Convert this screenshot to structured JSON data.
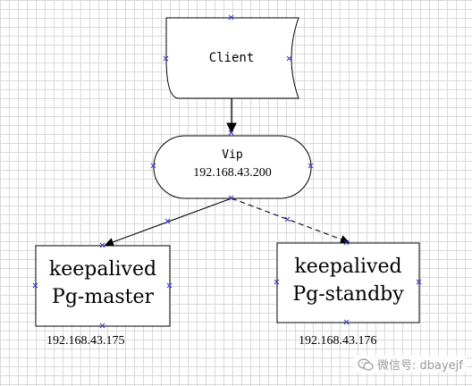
{
  "nodes": {
    "client": {
      "label": "Client"
    },
    "vip": {
      "label": "Vip",
      "ip": "192.168.43.200"
    },
    "master": {
      "line1": "keepalived",
      "line2": "Pg-master",
      "ip": "192.168.43.175"
    },
    "standby": {
      "line1": "keepalived",
      "line2": "Pg-standby",
      "ip": "192.168.43.176"
    }
  },
  "watermark": {
    "text": "微信号: dbayejf",
    "icon": "wechat-icon"
  },
  "colors": {
    "line": "#000000",
    "handle": "#3333cc",
    "grid": "#d9d9d9"
  }
}
